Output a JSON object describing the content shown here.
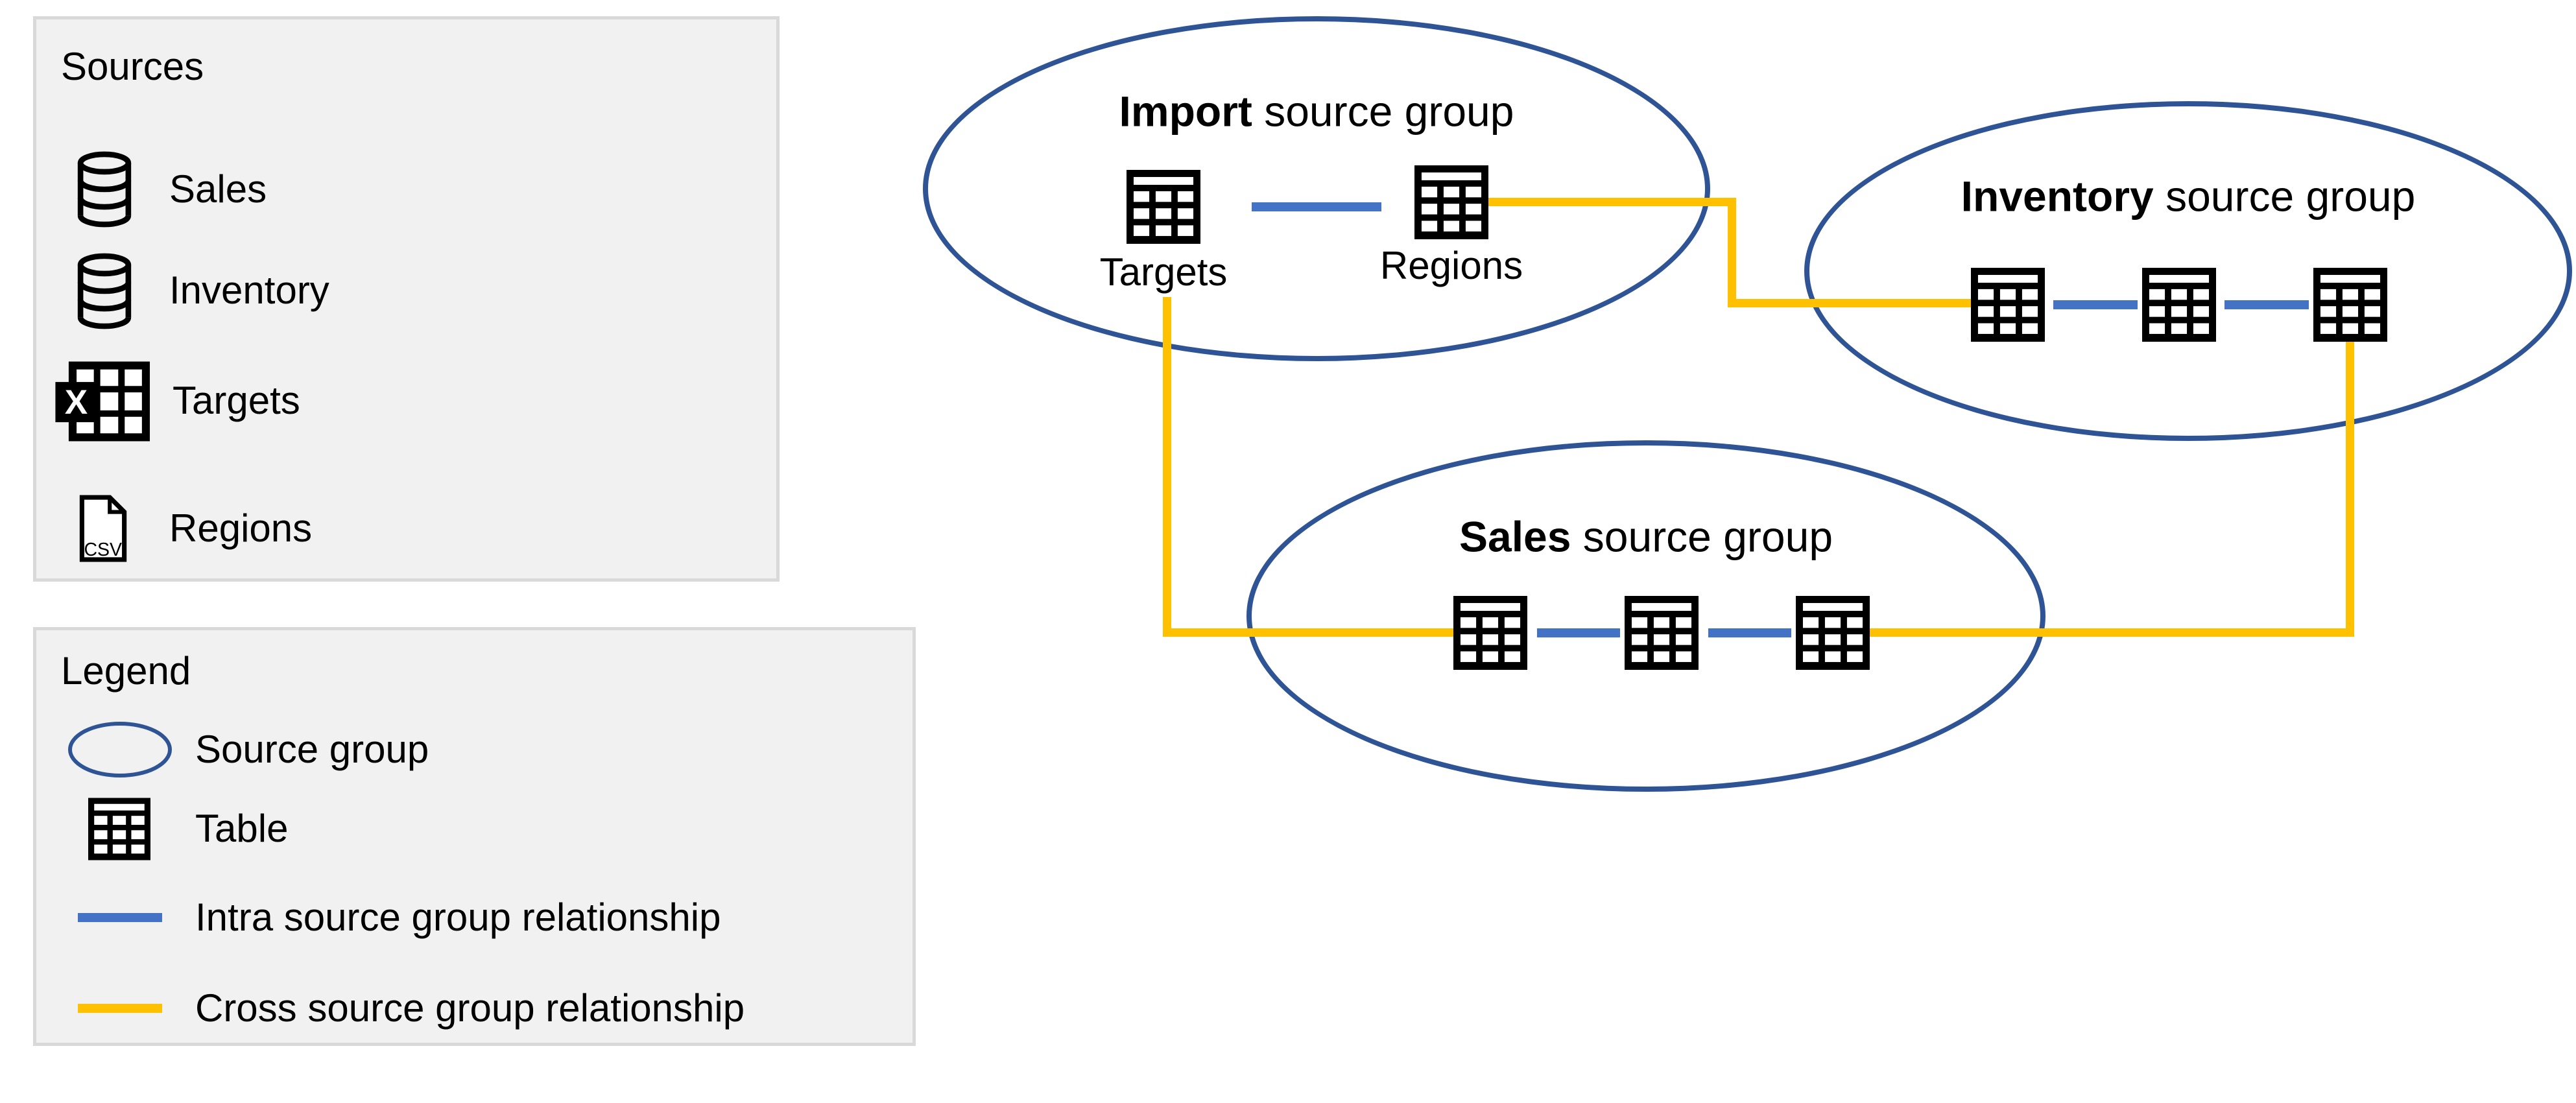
{
  "sources_panel": {
    "title": "Sources",
    "items": [
      {
        "label": "Sales",
        "icon": "database-icon"
      },
      {
        "label": "Inventory",
        "icon": "database-icon"
      },
      {
        "label": "Targets",
        "icon": "excel-icon",
        "icon_text": "X"
      },
      {
        "label": "Regions",
        "icon": "csv-icon",
        "icon_text": "CSV"
      }
    ]
  },
  "legend_panel": {
    "title": "Legend",
    "items": [
      {
        "label": "Source group",
        "icon": "source-group-ellipse-icon"
      },
      {
        "label": "Table",
        "icon": "table-icon"
      },
      {
        "label": "Intra source group relationship",
        "icon": "intra-relationship-line-icon"
      },
      {
        "label": "Cross source group relationship",
        "icon": "cross-relationship-line-icon"
      }
    ]
  },
  "groups": {
    "import": {
      "title_bold": "Import",
      "title_rest": " source group",
      "table_labels": [
        "Targets",
        "Regions"
      ],
      "table_count": 2
    },
    "inventory": {
      "title_bold": "Inventory",
      "title_rest": " source group",
      "table_labels": [],
      "table_count": 3
    },
    "sales": {
      "title_bold": "Sales",
      "title_rest": " source group",
      "table_labels": [],
      "table_count": 3
    }
  },
  "relationships": {
    "intra": [
      "Import: Targets - Regions",
      "Inventory: table1 - table2",
      "Inventory: table2 - table3",
      "Sales: table1 - table2",
      "Sales: table2 - table3"
    ],
    "cross": [
      "Import.Regions - Inventory.table1",
      "Import.Targets - Sales.table1",
      "Inventory.table3 - Sales.table3"
    ]
  },
  "colors": {
    "intra_relationship": "#4472C4",
    "cross_relationship": "#FFC000",
    "source_group_outline": "#2F5496",
    "panel_background": "#F1F1F2",
    "panel_border": "#D9D9D9",
    "text": "#000000"
  }
}
